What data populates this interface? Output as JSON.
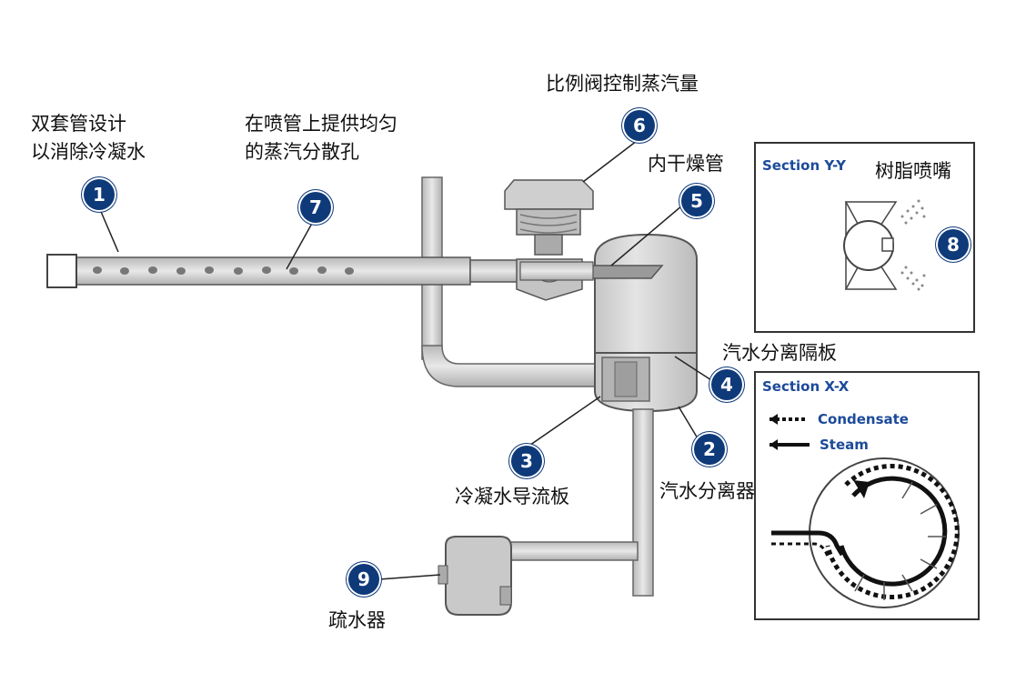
{
  "labels": {
    "double_pipe": [
      "双套管设计",
      "以消除冷凝水"
    ],
    "nozzle_holes": [
      "在喷管上提供均匀",
      "的蒸汽分散孔"
    ],
    "proportional_valve": "比例阀控制蒸汽量",
    "inner_dry_tube": "内干燥管",
    "separator_baffle": "汽水分离隔板",
    "condensate_baffle": "冷凝水导流板",
    "separator": "汽水分离器",
    "trap": "疏水器",
    "resin_nozzle": "树脂喷嘴"
  },
  "badges": [
    "1",
    "2",
    "3",
    "4",
    "5",
    "6",
    "7",
    "8",
    "9"
  ],
  "section_yy": {
    "title": "Section Y-Y"
  },
  "section_xx": {
    "title": "Section X-X",
    "legend": [
      {
        "label": "Condensate",
        "style": "dashed-arrow"
      },
      {
        "label": "Steam",
        "style": "solid-arrow"
      }
    ]
  },
  "colors": {
    "badge": "#0f3a7a",
    "section_text": "#1c4a9a",
    "equipment": "#d7d7d7",
    "outline": "#555555"
  }
}
